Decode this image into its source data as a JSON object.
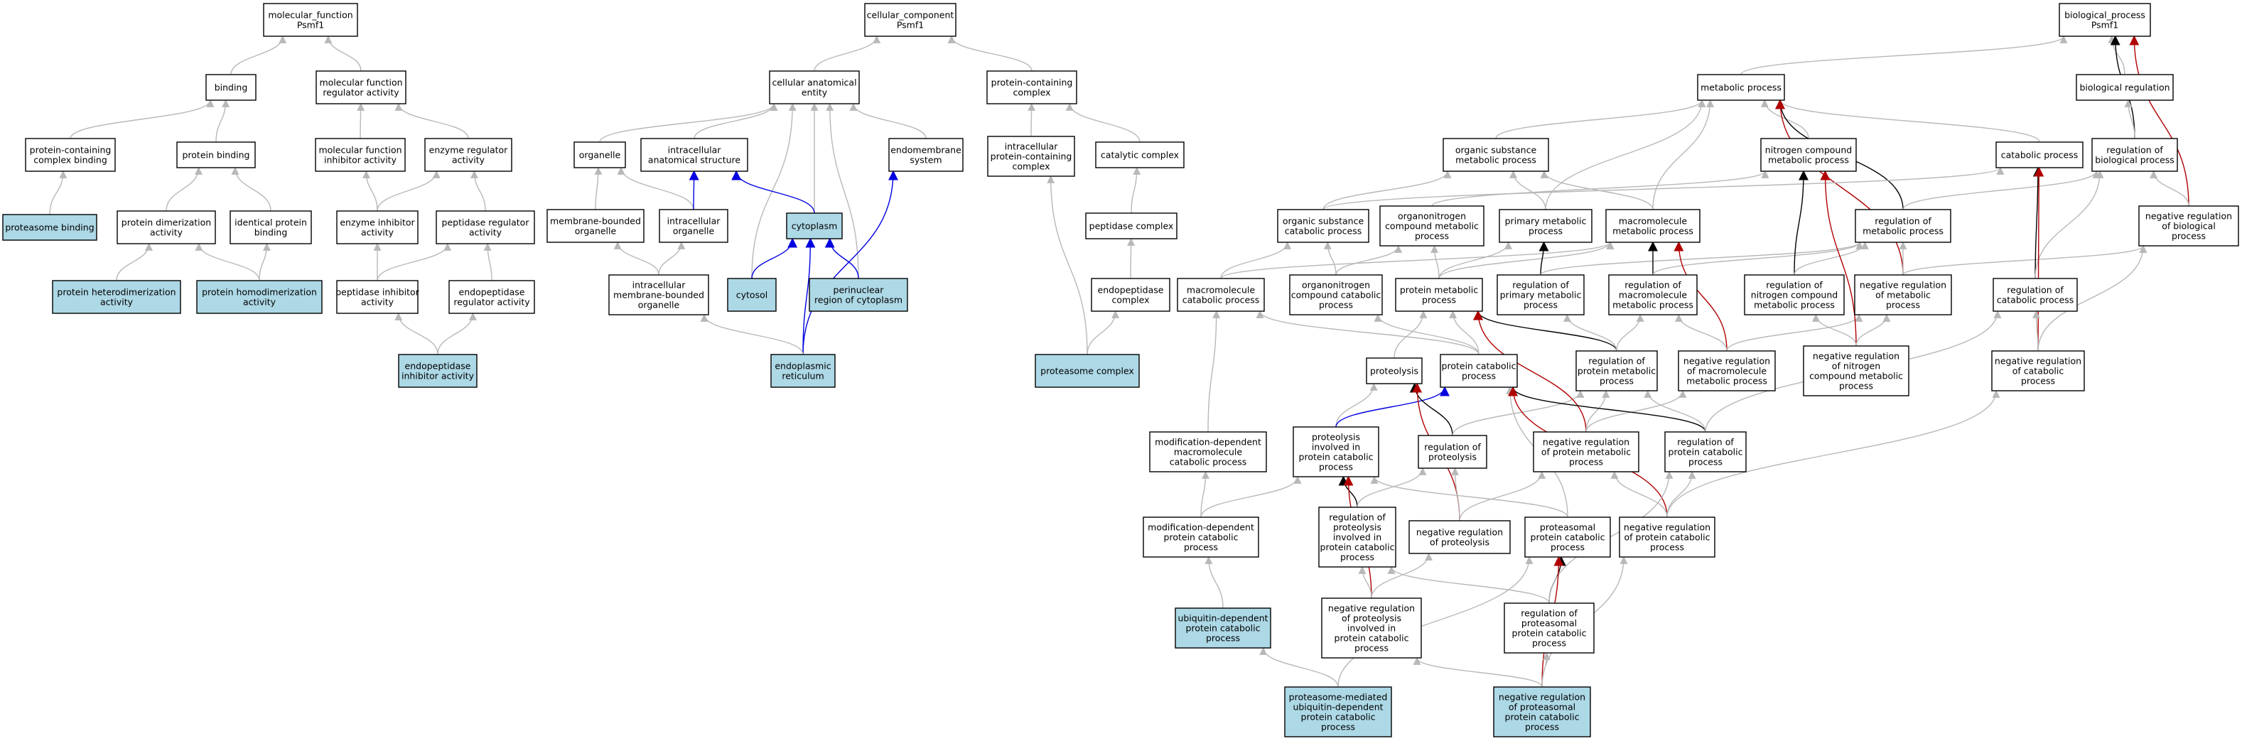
{
  "colors": {
    "highlight": "#add8e6",
    "plain": "#ffffff",
    "is_a": "#b8b8b8",
    "part_of": "#0000e0",
    "regulates": "#000000",
    "negatively_regulates": "#b00000"
  },
  "nodes": [
    {
      "id": "mf",
      "label": "molecular_function\nPsmf1",
      "hl": false
    },
    {
      "id": "binding",
      "label": "binding",
      "hl": false
    },
    {
      "id": "mfreg",
      "label": "molecular function\nregulator activity",
      "hl": false
    },
    {
      "id": "pccb",
      "label": "protein-containing\ncomplex binding",
      "hl": false
    },
    {
      "id": "pbind",
      "label": "protein binding",
      "hl": false
    },
    {
      "id": "mfinh",
      "label": "molecular function\ninhibitor activity",
      "hl": false
    },
    {
      "id": "enzreg",
      "label": "enzyme regulator\nactivity",
      "hl": false
    },
    {
      "id": "protbind",
      "label": "proteasome binding",
      "hl": true
    },
    {
      "id": "pdimer",
      "label": "protein dimerization\nactivity",
      "hl": false
    },
    {
      "id": "identprot",
      "label": "identical protein\nbinding",
      "hl": false
    },
    {
      "id": "enzinh",
      "label": "enzyme inhibitor\nactivity",
      "hl": false
    },
    {
      "id": "pepreg",
      "label": "peptidase regulator\nactivity",
      "hl": false
    },
    {
      "id": "phetero",
      "label": "protein heterodimerization\nactivity",
      "hl": true
    },
    {
      "id": "phomo",
      "label": "protein homodimerization\nactivity",
      "hl": true
    },
    {
      "id": "pepinh",
      "label": "peptidase inhibitor\nactivity",
      "hl": false
    },
    {
      "id": "endopepreg",
      "label": "endopeptidase\nregulator activity",
      "hl": false
    },
    {
      "id": "endopepinh",
      "label": "endopeptidase\ninhibitor activity",
      "hl": true
    },
    {
      "id": "cc",
      "label": "cellular_component\nPsmf1",
      "hl": false
    },
    {
      "id": "cae",
      "label": "cellular anatomical\nentity",
      "hl": false
    },
    {
      "id": "pcc",
      "label": "protein-containing\ncomplex",
      "hl": false
    },
    {
      "id": "organelle",
      "label": "organelle",
      "hl": false
    },
    {
      "id": "ias",
      "label": "intracellular\nanatomical structure",
      "hl": false
    },
    {
      "id": "endomem",
      "label": "endomembrane\nsystem",
      "hl": false
    },
    {
      "id": "ipcc",
      "label": "intracellular\nprotein-containing\ncomplex",
      "hl": false
    },
    {
      "id": "catcomplex",
      "label": "catalytic complex",
      "hl": false
    },
    {
      "id": "mbo",
      "label": "membrane-bounded\norganelle",
      "hl": false
    },
    {
      "id": "io",
      "label": "intracellular\norganelle",
      "hl": false
    },
    {
      "id": "cytoplasm",
      "label": "cytoplasm",
      "hl": true
    },
    {
      "id": "pepcomplex",
      "label": "peptidase complex",
      "hl": false
    },
    {
      "id": "imbo",
      "label": "intracellular\nmembrane-bounded\norganelle",
      "hl": false
    },
    {
      "id": "cytosol",
      "label": "cytosol",
      "hl": true
    },
    {
      "id": "perinuc",
      "label": "perinuclear\nregion of cytoplasm",
      "hl": true
    },
    {
      "id": "endopepcomplex",
      "label": "endopeptidase\ncomplex",
      "hl": false
    },
    {
      "id": "er",
      "label": "endoplasmic\nreticulum",
      "hl": true
    },
    {
      "id": "proteasome",
      "label": "proteasome complex",
      "hl": true
    },
    {
      "id": "bp",
      "label": "biological_process\nPsmf1",
      "hl": false
    },
    {
      "id": "metab",
      "label": "metabolic process",
      "hl": false
    },
    {
      "id": "bioreg",
      "label": "biological regulation",
      "hl": false
    },
    {
      "id": "osmp",
      "label": "organic substance\nmetabolic process",
      "hl": false
    },
    {
      "id": "ncmp",
      "label": "nitrogen compound\nmetabolic process",
      "hl": false
    },
    {
      "id": "catab",
      "label": "catabolic process",
      "hl": false
    },
    {
      "id": "regbio",
      "label": "regulation of\nbiological process",
      "hl": false
    },
    {
      "id": "oscp",
      "label": "organic substance\ncatabolic process",
      "hl": false
    },
    {
      "id": "orgncmp",
      "label": "organonitrogen\ncompound metabolic\nprocess",
      "hl": false
    },
    {
      "id": "primmet",
      "label": "primary metabolic\nprocess",
      "hl": false
    },
    {
      "id": "macromet",
      "label": "macromolecule\nmetabolic process",
      "hl": false
    },
    {
      "id": "regmet",
      "label": "regulation of\nmetabolic process",
      "hl": false
    },
    {
      "id": "negregbio",
      "label": "negative regulation\nof biological\nprocess",
      "hl": false
    },
    {
      "id": "macrocat",
      "label": "macromolecule\ncatabolic process",
      "hl": false
    },
    {
      "id": "orgnccp",
      "label": "organonitrogen\ncompound catabolic\nprocess",
      "hl": false
    },
    {
      "id": "protmet",
      "label": "protein metabolic\nprocess",
      "hl": false
    },
    {
      "id": "regprim",
      "label": "regulation of\nprimary metabolic\nprocess",
      "hl": false
    },
    {
      "id": "regmacromet",
      "label": "regulation of\nmacromolecule\nmetabolic process",
      "hl": false
    },
    {
      "id": "regncmp",
      "label": "regulation of\nnitrogen compound\nmetabolic process",
      "hl": false
    },
    {
      "id": "negregmet",
      "label": "negative regulation\nof metabolic\nprocess",
      "hl": false
    },
    {
      "id": "regcat",
      "label": "regulation of\ncatabolic process",
      "hl": false
    },
    {
      "id": "proteolysis",
      "label": "proteolysis",
      "hl": false
    },
    {
      "id": "protcat",
      "label": "protein catabolic\nprocess",
      "hl": false
    },
    {
      "id": "regprotmet",
      "label": "regulation of\nprotein metabolic\nprocess",
      "hl": false
    },
    {
      "id": "negregmacro",
      "label": "negative regulation\nof macromolecule\nmetabolic process",
      "hl": false
    },
    {
      "id": "negregnc",
      "label": "negative regulation\nof nitrogen\ncompound metabolic\nprocess",
      "hl": false
    },
    {
      "id": "negregcat",
      "label": "negative regulation\nof catabolic\nprocess",
      "hl": false
    },
    {
      "id": "moddepmacro",
      "label": "modification-dependent\nmacromolecule\ncatabolic process",
      "hl": false
    },
    {
      "id": "proteolpcp",
      "label": "proteolysis\ninvolved in\nprotein catabolic\nprocess",
      "hl": false
    },
    {
      "id": "regproteol",
      "label": "regulation of\nproteolysis",
      "hl": false
    },
    {
      "id": "negregprotmet",
      "label": "negative regulation\nof protein metabolic\nprocess",
      "hl": false
    },
    {
      "id": "regprotcat",
      "label": "regulation of\nprotein catabolic\nprocess",
      "hl": false
    },
    {
      "id": "moddepprot",
      "label": "modification-dependent\nprotein catabolic\nprocess",
      "hl": false
    },
    {
      "id": "regproteolpcp",
      "label": "regulation of\nproteolysis\ninvolved in\nprotein catabolic\nprocess",
      "hl": false
    },
    {
      "id": "negregproteol",
      "label": "negative regulation\nof proteolysis",
      "hl": false
    },
    {
      "id": "proteasomalpcp",
      "label": "proteasomal\nprotein catabolic\nprocess",
      "hl": false
    },
    {
      "id": "negregprotcat",
      "label": "negative regulation\nof protein catabolic\nprocess",
      "hl": false
    },
    {
      "id": "ubiqdep",
      "label": "ubiquitin-dependent\nprotein catabolic\nprocess",
      "hl": true
    },
    {
      "id": "negregproteolpcp",
      "label": "negative regulation\nof proteolysis\ninvolved in\nprotein catabolic\nprocess",
      "hl": false
    },
    {
      "id": "regproteasomal",
      "label": "regulation of\nproteasomal\nprotein catabolic\nprocess",
      "hl": false
    },
    {
      "id": "promedubiq",
      "label": "proteasome-mediated\nubiquitin-dependent\nprotein catabolic\nprocess",
      "hl": true
    },
    {
      "id": "negregproteasomal",
      "label": "negative regulation\nof proteasomal\nprotein catabolic\nprocess",
      "hl": true
    }
  ],
  "edges": [
    {
      "from": "binding",
      "to": "mf",
      "type": "is_a"
    },
    {
      "from": "mfreg",
      "to": "mf",
      "type": "is_a"
    },
    {
      "from": "pccb",
      "to": "binding",
      "type": "is_a"
    },
    {
      "from": "pbind",
      "to": "binding",
      "type": "is_a"
    },
    {
      "from": "mfinh",
      "to": "mfreg",
      "type": "is_a"
    },
    {
      "from": "enzreg",
      "to": "mfreg",
      "type": "is_a"
    },
    {
      "from": "protbind",
      "to": "pccb",
      "type": "is_a"
    },
    {
      "from": "pdimer",
      "to": "pbind",
      "type": "is_a"
    },
    {
      "from": "identprot",
      "to": "pbind",
      "type": "is_a"
    },
    {
      "from": "enzinh",
      "to": "mfinh",
      "type": "is_a"
    },
    {
      "from": "enzinh",
      "to": "enzreg",
      "type": "is_a"
    },
    {
      "from": "pepreg",
      "to": "enzreg",
      "type": "is_a"
    },
    {
      "from": "phetero",
      "to": "pdimer",
      "type": "is_a"
    },
    {
      "from": "phomo",
      "to": "pdimer",
      "type": "is_a"
    },
    {
      "from": "phomo",
      "to": "identprot",
      "type": "is_a"
    },
    {
      "from": "pepinh",
      "to": "enzinh",
      "type": "is_a"
    },
    {
      "from": "pepinh",
      "to": "pepreg",
      "type": "is_a"
    },
    {
      "from": "endopepreg",
      "to": "pepreg",
      "type": "is_a"
    },
    {
      "from": "endopepinh",
      "to": "pepinh",
      "type": "is_a"
    },
    {
      "from": "endopepinh",
      "to": "endopepreg",
      "type": "is_a"
    },
    {
      "from": "cae",
      "to": "cc",
      "type": "is_a"
    },
    {
      "from": "pcc",
      "to": "cc",
      "type": "is_a"
    },
    {
      "from": "organelle",
      "to": "cae",
      "type": "is_a"
    },
    {
      "from": "ias",
      "to": "cae",
      "type": "is_a"
    },
    {
      "from": "endomem",
      "to": "cae",
      "type": "is_a"
    },
    {
      "from": "cytoplasm",
      "to": "cae",
      "type": "is_a"
    },
    {
      "from": "cytosol",
      "to": "cae",
      "type": "is_a"
    },
    {
      "from": "perinuc",
      "to": "cae",
      "type": "is_a"
    },
    {
      "from": "ipcc",
      "to": "pcc",
      "type": "is_a"
    },
    {
      "from": "catcomplex",
      "to": "pcc",
      "type": "is_a"
    },
    {
      "from": "mbo",
      "to": "organelle",
      "type": "is_a"
    },
    {
      "from": "io",
      "to": "organelle",
      "type": "is_a"
    },
    {
      "from": "io",
      "to": "ias",
      "type": "part_of"
    },
    {
      "from": "cytoplasm",
      "to": "ias",
      "type": "part_of"
    },
    {
      "from": "pepcomplex",
      "to": "catcomplex",
      "type": "is_a"
    },
    {
      "from": "imbo",
      "to": "mbo",
      "type": "is_a"
    },
    {
      "from": "imbo",
      "to": "io",
      "type": "is_a"
    },
    {
      "from": "cytosol",
      "to": "cytoplasm",
      "type": "part_of"
    },
    {
      "from": "perinuc",
      "to": "cytoplasm",
      "type": "part_of"
    },
    {
      "from": "er",
      "to": "cytoplasm",
      "type": "part_of"
    },
    {
      "from": "er",
      "to": "endomem",
      "type": "part_of"
    },
    {
      "from": "er",
      "to": "imbo",
      "type": "is_a"
    },
    {
      "from": "endopepcomplex",
      "to": "pepcomplex",
      "type": "is_a"
    },
    {
      "from": "proteasome",
      "to": "endopepcomplex",
      "type": "is_a"
    },
    {
      "from": "proteasome",
      "to": "ipcc",
      "type": "is_a"
    },
    {
      "from": "metab",
      "to": "bp",
      "type": "is_a"
    },
    {
      "from": "bioreg",
      "to": "bp",
      "type": "is_a"
    },
    {
      "from": "regbio",
      "to": "bp",
      "type": "regulates"
    },
    {
      "from": "negregbio",
      "to": "bp",
      "type": "negatively_regulates"
    },
    {
      "from": "regbio",
      "to": "bioreg",
      "type": "is_a"
    },
    {
      "from": "osmp",
      "to": "metab",
      "type": "is_a"
    },
    {
      "from": "ncmp",
      "to": "metab",
      "type": "is_a"
    },
    {
      "from": "catab",
      "to": "metab",
      "type": "is_a"
    },
    {
      "from": "primmet",
      "to": "metab",
      "type": "is_a"
    },
    {
      "from": "macromet",
      "to": "metab",
      "type": "is_a"
    },
    {
      "from": "regmet",
      "to": "metab",
      "type": "regulates"
    },
    {
      "from": "negregmet",
      "to": "metab",
      "type": "negatively_regulates"
    },
    {
      "from": "regmet",
      "to": "regbio",
      "type": "is_a"
    },
    {
      "from": "negregbio",
      "to": "regbio",
      "type": "is_a"
    },
    {
      "from": "oscp",
      "to": "osmp",
      "type": "is_a"
    },
    {
      "from": "oscp",
      "to": "catab",
      "type": "is_a"
    },
    {
      "from": "orgncmp",
      "to": "ncmp",
      "type": "is_a"
    },
    {
      "from": "macromet",
      "to": "osmp",
      "type": "is_a"
    },
    {
      "from": "primmet",
      "to": "osmp",
      "type": "is_a"
    },
    {
      "from": "macrocat",
      "to": "oscp",
      "type": "is_a"
    },
    {
      "from": "macrocat",
      "to": "macromet",
      "type": "is_a"
    },
    {
      "from": "orgnccp",
      "to": "orgncmp",
      "type": "is_a"
    },
    {
      "from": "orgnccp",
      "to": "oscp",
      "type": "is_a"
    },
    {
      "from": "protmet",
      "to": "orgncmp",
      "type": "is_a"
    },
    {
      "from": "protmet",
      "to": "primmet",
      "type": "is_a"
    },
    {
      "from": "protmet",
      "to": "macromet",
      "type": "is_a"
    },
    {
      "from": "regprim",
      "to": "primmet",
      "type": "regulates"
    },
    {
      "from": "regprim",
      "to": "regmet",
      "type": "is_a"
    },
    {
      "from": "regmacromet",
      "to": "macromet",
      "type": "regulates"
    },
    {
      "from": "regmacromet",
      "to": "regmet",
      "type": "is_a"
    },
    {
      "from": "regncmp",
      "to": "ncmp",
      "type": "regulates"
    },
    {
      "from": "regncmp",
      "to": "regmet",
      "type": "is_a"
    },
    {
      "from": "negregmet",
      "to": "regmet",
      "type": "is_a"
    },
    {
      "from": "negregmet",
      "to": "negregbio",
      "type": "is_a"
    },
    {
      "from": "regcat",
      "to": "catab",
      "type": "regulates"
    },
    {
      "from": "regcat",
      "to": "regbio",
      "type": "is_a"
    },
    {
      "from": "proteolysis",
      "to": "protmet",
      "type": "is_a"
    },
    {
      "from": "protcat",
      "to": "protmet",
      "type": "is_a"
    },
    {
      "from": "protcat",
      "to": "macrocat",
      "type": "is_a"
    },
    {
      "from": "protcat",
      "to": "orgnccp",
      "type": "is_a"
    },
    {
      "from": "regprotmet",
      "to": "protmet",
      "type": "regulates"
    },
    {
      "from": "regprotmet",
      "to": "regprim",
      "type": "is_a"
    },
    {
      "from": "regprotmet",
      "to": "regmacromet",
      "type": "is_a"
    },
    {
      "from": "negregmacro",
      "to": "macromet",
      "type": "negatively_regulates"
    },
    {
      "from": "negregmacro",
      "to": "regmacromet",
      "type": "is_a"
    },
    {
      "from": "negregmacro",
      "to": "negregmet",
      "type": "is_a"
    },
    {
      "from": "negregnc",
      "to": "ncmp",
      "type": "negatively_regulates"
    },
    {
      "from": "negregnc",
      "to": "regncmp",
      "type": "is_a"
    },
    {
      "from": "negregnc",
      "to": "negregmet",
      "type": "is_a"
    },
    {
      "from": "negregcat",
      "to": "catab",
      "type": "negatively_regulates"
    },
    {
      "from": "negregcat",
      "to": "regcat",
      "type": "is_a"
    },
    {
      "from": "negregcat",
      "to": "negregbio",
      "type": "is_a"
    },
    {
      "from": "moddepmacro",
      "to": "macrocat",
      "type": "is_a"
    },
    {
      "from": "proteolpcp",
      "to": "proteolysis",
      "type": "is_a"
    },
    {
      "from": "proteolpcp",
      "to": "protcat",
      "type": "part_of"
    },
    {
      "from": "regproteol",
      "to": "proteolysis",
      "type": "regulates"
    },
    {
      "from": "regproteol",
      "to": "regprotmet",
      "type": "is_a"
    },
    {
      "from": "negregprotmet",
      "to": "protmet",
      "type": "negatively_regulates"
    },
    {
      "from": "negregprotmet",
      "to": "regprotmet",
      "type": "is_a"
    },
    {
      "from": "negregprotmet",
      "to": "negregmacro",
      "type": "is_a"
    },
    {
      "from": "regprotcat",
      "to": "protcat",
      "type": "regulates"
    },
    {
      "from": "regprotcat",
      "to": "regprotmet",
      "type": "is_a"
    },
    {
      "from": "regprotcat",
      "to": "regcat",
      "type": "is_a"
    },
    {
      "from": "moddepprot",
      "to": "moddepmacro",
      "type": "is_a"
    },
    {
      "from": "moddepprot",
      "to": "proteolpcp",
      "type": "is_a"
    },
    {
      "from": "regproteolpcp",
      "to": "proteolpcp",
      "type": "regulates"
    },
    {
      "from": "regproteolpcp",
      "to": "regproteol",
      "type": "is_a"
    },
    {
      "from": "negregproteol",
      "to": "proteolysis",
      "type": "negatively_regulates"
    },
    {
      "from": "negregproteol",
      "to": "regproteol",
      "type": "is_a"
    },
    {
      "from": "negregproteol",
      "to": "negregprotmet",
      "type": "is_a"
    },
    {
      "from": "proteasomalpcp",
      "to": "proteolpcp",
      "type": "is_a"
    },
    {
      "from": "proteasomalpcp",
      "to": "protcat",
      "type": "is_a"
    },
    {
      "from": "negregprotcat",
      "to": "protcat",
      "type": "negatively_regulates"
    },
    {
      "from": "negregprotcat",
      "to": "regprotcat",
      "type": "is_a"
    },
    {
      "from": "negregprotcat",
      "to": "negregprotmet",
      "type": "is_a"
    },
    {
      "from": "negregprotcat",
      "to": "negregcat",
      "type": "is_a"
    },
    {
      "from": "ubiqdep",
      "to": "moddepprot",
      "type": "is_a"
    },
    {
      "from": "negregproteolpcp",
      "to": "proteolpcp",
      "type": "negatively_regulates"
    },
    {
      "from": "negregproteolpcp",
      "to": "regproteolpcp",
      "type": "is_a"
    },
    {
      "from": "negregproteolpcp",
      "to": "negregproteol",
      "type": "is_a"
    },
    {
      "from": "regproteasomal",
      "to": "proteasomalpcp",
      "type": "regulates"
    },
    {
      "from": "regproteasomal",
      "to": "regprotcat",
      "type": "is_a"
    },
    {
      "from": "regproteasomal",
      "to": "regproteolpcp",
      "type": "is_a"
    },
    {
      "from": "promedubiq",
      "to": "ubiqdep",
      "type": "is_a"
    },
    {
      "from": "promedubiq",
      "to": "proteasomalpcp",
      "type": "is_a"
    },
    {
      "from": "negregproteasomal",
      "to": "proteasomalpcp",
      "type": "negatively_regulates"
    },
    {
      "from": "negregproteasomal",
      "to": "regproteasomal",
      "type": "is_a"
    },
    {
      "from": "negregproteasomal",
      "to": "negregprotcat",
      "type": "is_a"
    },
    {
      "from": "negregproteasomal",
      "to": "negregproteolpcp",
      "type": "is_a"
    }
  ]
}
